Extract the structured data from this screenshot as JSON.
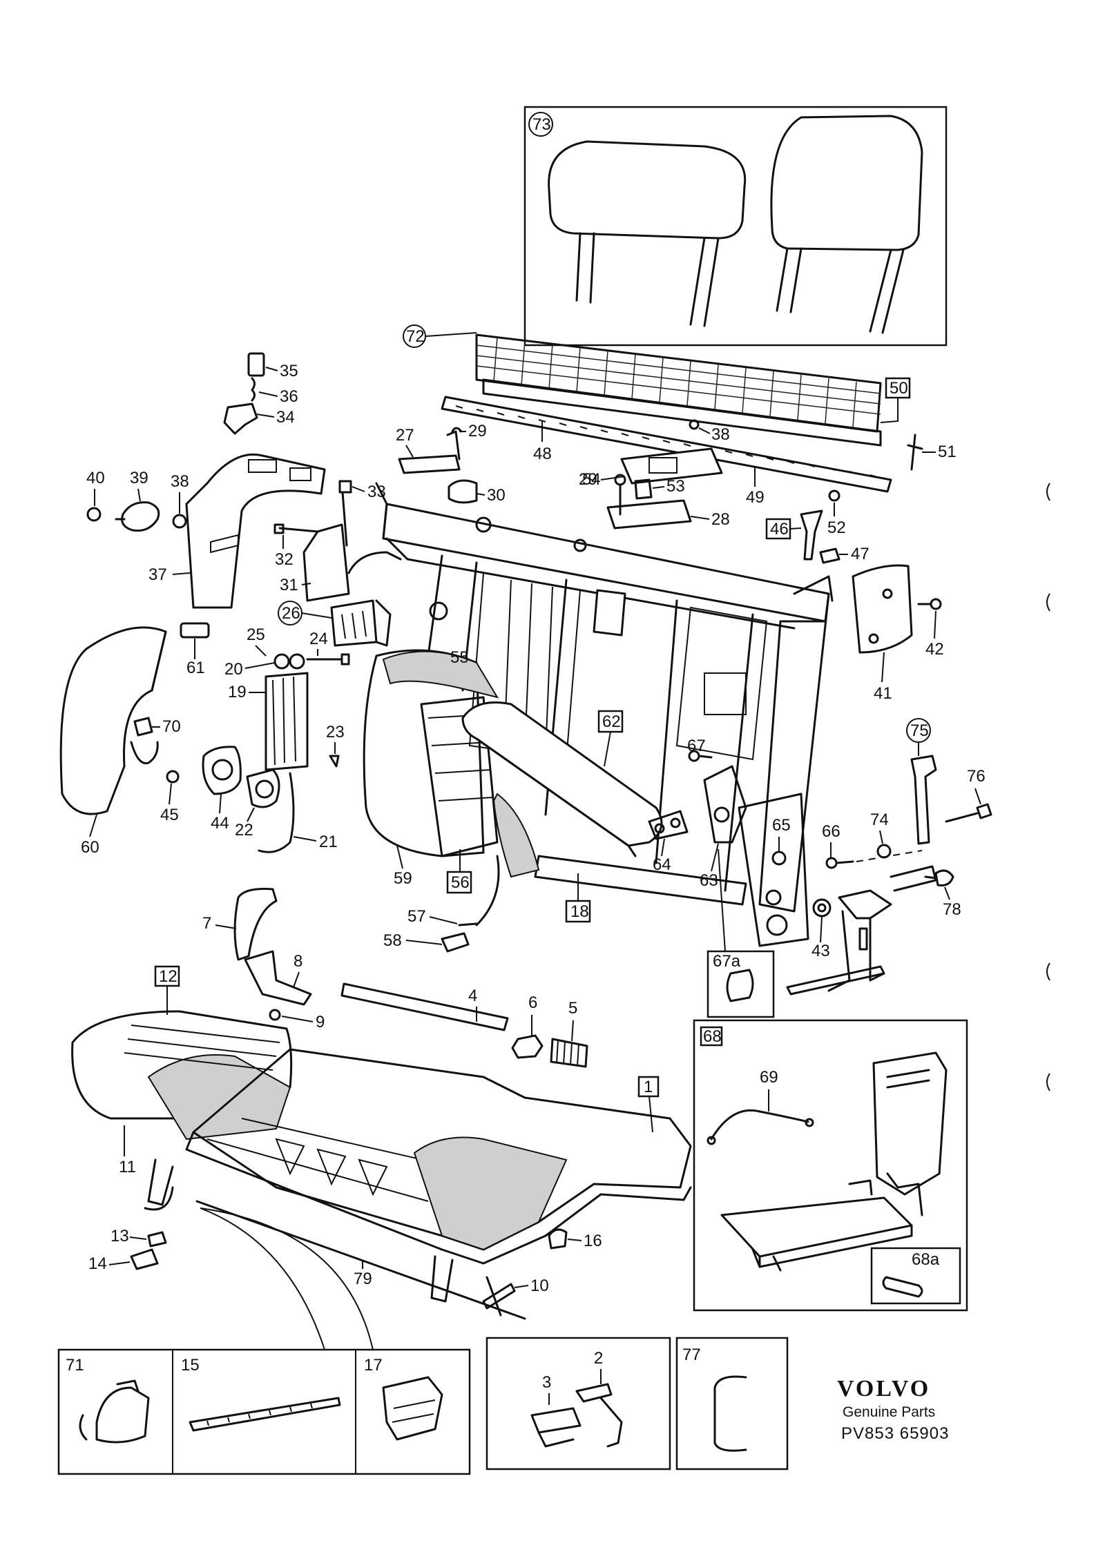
{
  "brand": {
    "name": "VOLVO",
    "tagline": "Genuine Parts",
    "part_ref": "PV853 65903"
  },
  "callouts": {
    "c1": "1",
    "c2": "2",
    "c3": "3",
    "c4": "4",
    "c5": "5",
    "c6": "6",
    "c7": "7",
    "c8": "8",
    "c9": "9",
    "c10": "10",
    "c11": "11",
    "c12": "12",
    "c13": "13",
    "c14": "14",
    "c15": "15",
    "c16": "16",
    "c17": "17",
    "c18": "18",
    "c19": "19",
    "c20": "20",
    "c21": "21",
    "c22": "22",
    "c23": "23",
    "c24": "24",
    "c25": "25",
    "c26": "26",
    "c27": "27",
    "c28": "28",
    "c29a": "29",
    "c29b": "29",
    "c30": "30",
    "c31": "31",
    "c32": "32",
    "c33": "33",
    "c34": "34",
    "c35": "35",
    "c36": "36",
    "c37": "37",
    "c38a": "38",
    "c38b": "38",
    "c39": "39",
    "c40": "40",
    "c41": "41",
    "c42": "42",
    "c43": "43",
    "c44": "44",
    "c45": "45",
    "c46": "46",
    "c47": "47",
    "c48": "48",
    "c49": "49",
    "c50": "50",
    "c51": "51",
    "c52": "52",
    "c53": "53",
    "c54": "54",
    "c55": "55",
    "c56": "56",
    "c57": "57",
    "c58": "58",
    "c59": "59",
    "c60": "60",
    "c61": "61",
    "c62": "62",
    "c63": "63",
    "c64": "64",
    "c65": "65",
    "c66": "66",
    "c67": "67",
    "c67a": "67a",
    "c68": "68",
    "c68a": "68a",
    "c69": "69",
    "c70": "70",
    "c71": "71",
    "c72": "72",
    "c73": "73",
    "c74": "74",
    "c75": "75",
    "c76": "76",
    "c77": "77",
    "c78": "78",
    "c79": "79"
  }
}
